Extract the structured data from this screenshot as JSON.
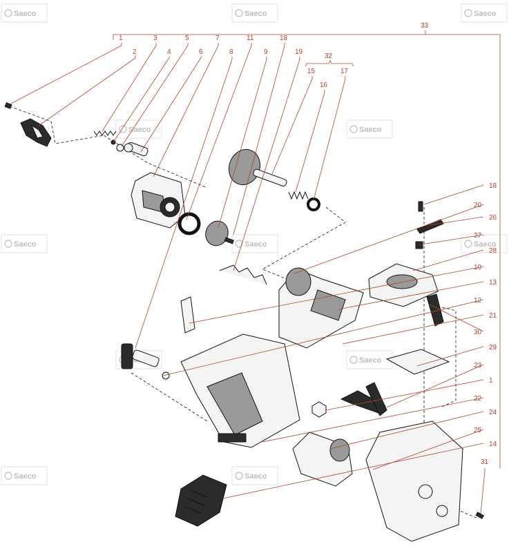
{
  "watermark": {
    "text": "Saeco",
    "count": 12
  },
  "colors": {
    "callout": "#b5422a",
    "part_outline": "#111111",
    "watermark": "#bdbdbd"
  },
  "callouts": [
    {
      "id": "c1",
      "label": "1"
    },
    {
      "id": "c2",
      "label": "2"
    },
    {
      "id": "c3",
      "label": "3"
    },
    {
      "id": "c4",
      "label": "4"
    },
    {
      "id": "c5",
      "label": "5"
    },
    {
      "id": "c6",
      "label": "6"
    },
    {
      "id": "c7",
      "label": "7"
    },
    {
      "id": "c8",
      "label": "8"
    },
    {
      "id": "c11",
      "label": "11"
    },
    {
      "id": "c18a",
      "label": "18"
    },
    {
      "id": "c9",
      "label": "9"
    },
    {
      "id": "c19",
      "label": "19"
    },
    {
      "id": "c32",
      "label": "32"
    },
    {
      "id": "c15",
      "label": "15"
    },
    {
      "id": "c16",
      "label": "16"
    },
    {
      "id": "c17",
      "label": "17"
    },
    {
      "id": "c33",
      "label": "33"
    },
    {
      "id": "c18b",
      "label": "18"
    },
    {
      "id": "c20",
      "label": "20"
    },
    {
      "id": "c26",
      "label": "26"
    },
    {
      "id": "c27",
      "label": "27"
    },
    {
      "id": "c28",
      "label": "28"
    },
    {
      "id": "c10",
      "label": "10"
    },
    {
      "id": "c13",
      "label": "13"
    },
    {
      "id": "c12",
      "label": "12"
    },
    {
      "id": "c21",
      "label": "21"
    },
    {
      "id": "c30",
      "label": "30"
    },
    {
      "id": "c29",
      "label": "29"
    },
    {
      "id": "c23",
      "label": "23"
    },
    {
      "id": "c1b",
      "label": "1"
    },
    {
      "id": "c22",
      "label": "22"
    },
    {
      "id": "c24",
      "label": "24"
    },
    {
      "id": "c25",
      "label": "25"
    },
    {
      "id": "c14",
      "label": "14"
    },
    {
      "id": "c31",
      "label": "31"
    }
  ]
}
